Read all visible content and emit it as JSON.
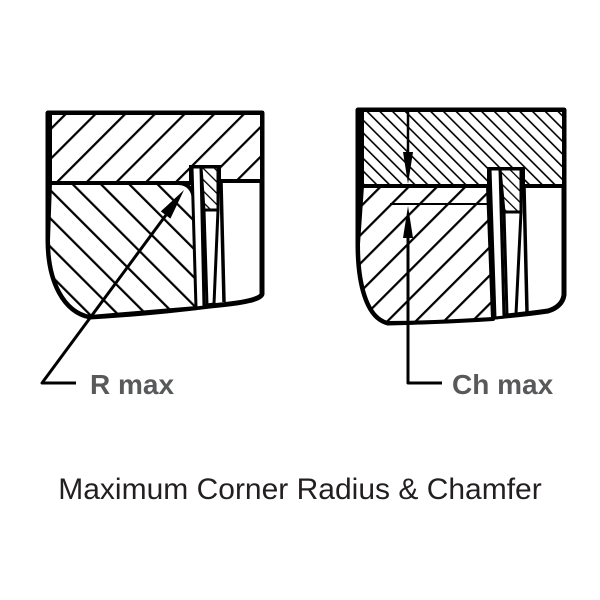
{
  "colors": {
    "background": "#ffffff",
    "line": "#000000",
    "label": "#58595b",
    "caption": "#231f20"
  },
  "labels": {
    "left": "R max",
    "right": "Ch max"
  },
  "caption": "Maximum Corner Radius & Chamfer"
}
